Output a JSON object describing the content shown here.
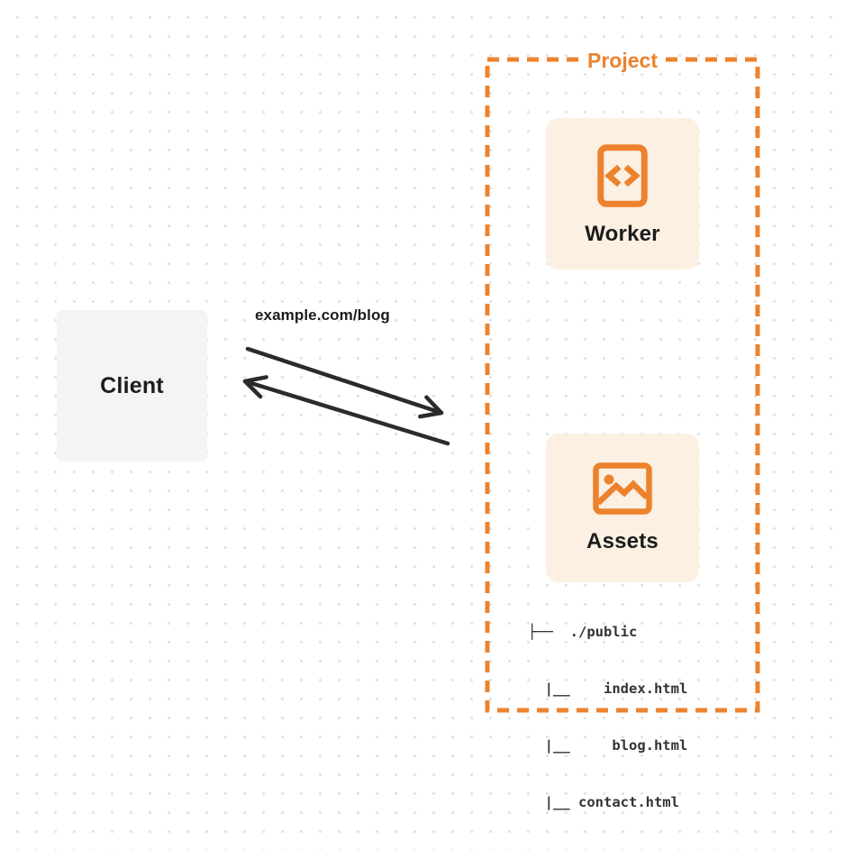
{
  "client": {
    "label": "Client"
  },
  "request_label": "example.com/blog",
  "project": {
    "label": "Project",
    "worker": {
      "label": "Worker"
    },
    "assets": {
      "label": "Assets"
    },
    "file_tree": {
      "0": "├──  ./public",
      "1": "  |__    index.html",
      "2": "  |__     blog.html",
      "3": "  |__ contact.html"
    }
  },
  "colors": {
    "accent_orange": "#ed822d",
    "card_background": "#fbf0e2",
    "client_background": "#f4f4f5",
    "arrow": "#2b2b2b",
    "text_dark": "#1c1c1e"
  }
}
